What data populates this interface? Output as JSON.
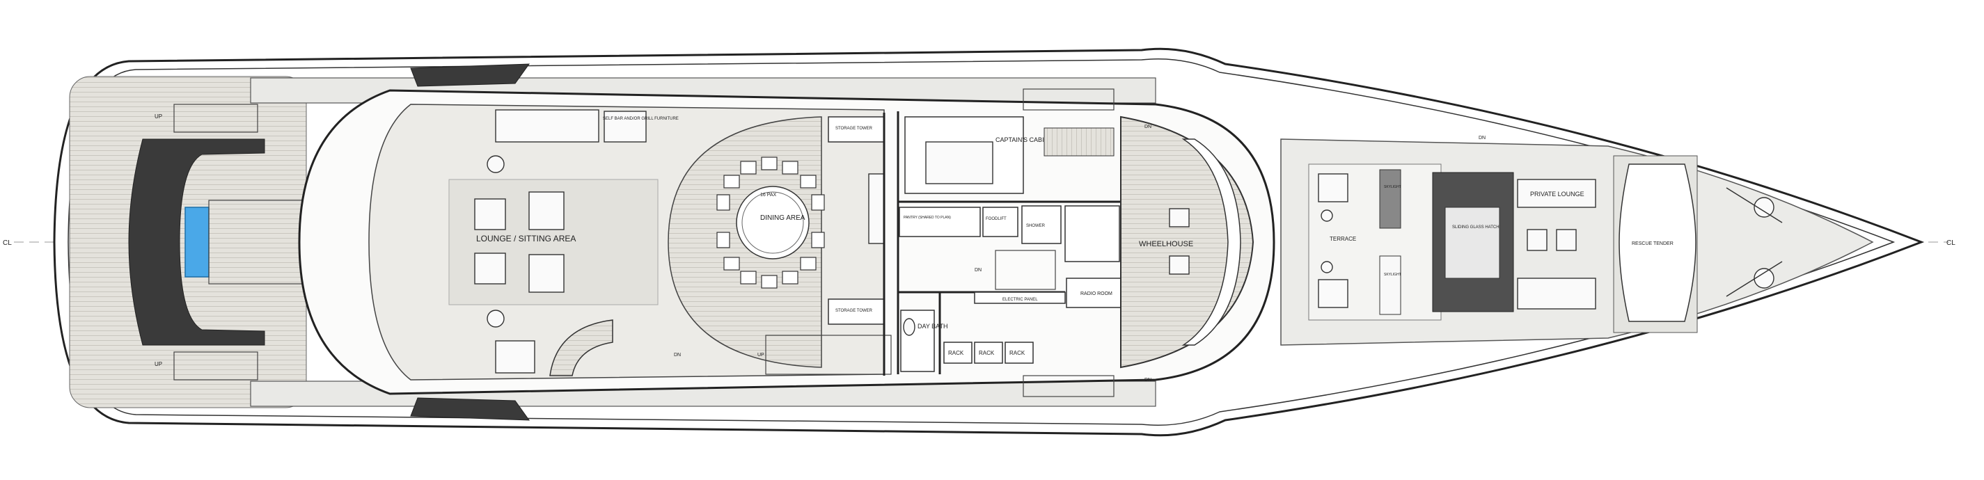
{
  "plan": {
    "centerline_left": "CL",
    "centerline_right": "CL",
    "rooms": {
      "self_bar": "SELF BAR AND/OR GRILL FURNITURE",
      "storage_top": "STORAGE TOWER",
      "storage_bottom": "STORAGE TOWER",
      "captains_cabin": "CAPTAIN'S CABIN",
      "lounge": "LOUNGE / SITTING AREA",
      "dining_seats": "16 PAX",
      "dining_area": "DINING AREA",
      "pantry": "PANTRY (SHARED TO PLAN)",
      "foodlift": "FOODLIFT",
      "shower": "SHOWER",
      "wheelhouse": "WHEELHOUSE",
      "electric_panel": "ELECTRIC PANEL",
      "radio_room": "RADIO ROOM",
      "day_bath": "DAY BATH",
      "rack_1": "RACK",
      "rack_2": "RACK",
      "rack_3": "RACK",
      "terrace": "TERRACE",
      "skylight_top": "SKYLIGHT",
      "skylight_bottom": "SKYLIGHT",
      "sliding_glass_hatch": "SLIDING GLASS HATCH",
      "private_lounge": "PRIVATE LOUNGE",
      "rescue_tender": "RESCUE TENDER"
    },
    "stairs": {
      "up_a": "UP",
      "up_b": "UP",
      "dn_a": "DN",
      "dn_b": "DN",
      "dn_c": "DN",
      "dn_d": "DN",
      "dn_e": "DN",
      "up_c": "UP"
    },
    "colors": {
      "hull_line": "#222222",
      "deck_gray": "#e9e9e6",
      "teak": "#dedcd6",
      "dark_panel": "#3a3a3a",
      "pool_blue": "#4aa8e8"
    }
  }
}
